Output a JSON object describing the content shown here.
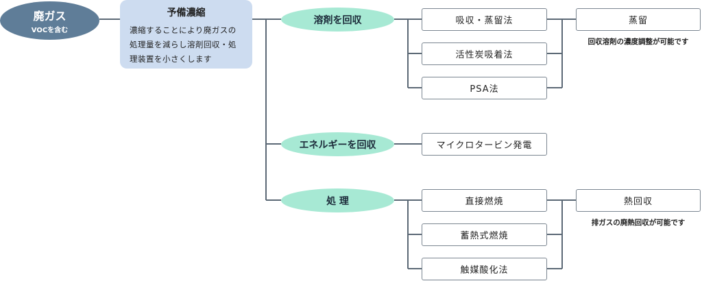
{
  "root": {
    "title": "廃ガス",
    "subtitle": "VOCを含む"
  },
  "preconcentration": {
    "title": "予備濃縮",
    "description": "濃縮することにより廃ガスの処理量を減らし溶剤回収・処理装置を小さくします"
  },
  "branches": [
    {
      "label": "溶剤を回収",
      "methods": [
        "吸収・蒸留法",
        "活性炭吸着法",
        "PSA法"
      ],
      "result": {
        "label": "蒸留",
        "note": "回収溶剤の濃度調整が可能です"
      }
    },
    {
      "label": "エネルギーを回収",
      "methods": [
        "マイクロタービン発電"
      ]
    },
    {
      "label": "処 理",
      "methods": [
        "直接燃焼",
        "蓄熱式燃焼",
        "触媒酸化法"
      ],
      "result": {
        "label": "熱回収",
        "note": "排ガスの廃熱回収が可能です"
      }
    }
  ],
  "colors": {
    "root": "#5f7d98",
    "pre": "#cddcf0",
    "branch": "#a7e9d4",
    "line": "#5b6875"
  }
}
